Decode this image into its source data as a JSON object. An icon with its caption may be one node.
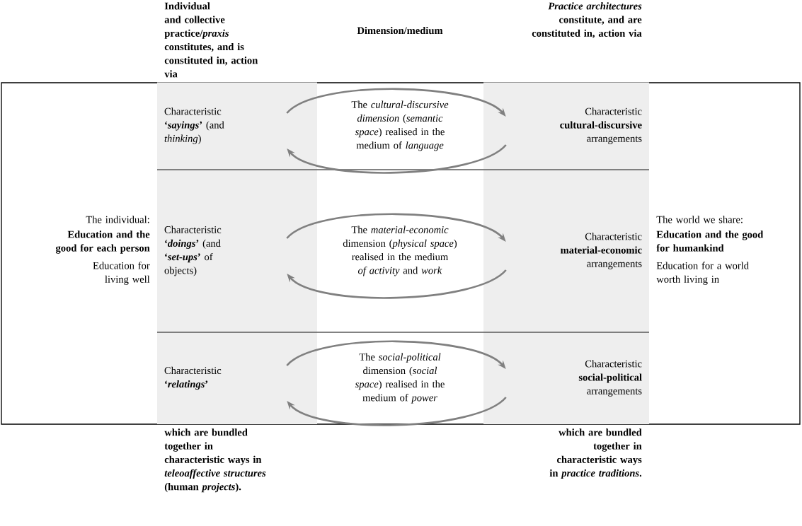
{
  "diagram": {
    "nodes": [
      {
        "text": [
          "Characteristic **‘*sayings*’** (and *thinking*)"
        ]
      },
      {
        "text": [
          "The *cultural-discursive dimension* (*semantic space*) realised in the medium of *language*"
        ]
      },
      {
        "text": [
          "Characteristic **cultural-discursive** arrangements"
        ]
      },
      {
        "text": [
          "Characteristic **‘*doings*’** (and **‘*set-ups*’** of objects)"
        ]
      },
      {
        "text": [
          "The *material-economic* dimension (*physical space*) realised in the medium *of activity* and *work*"
        ]
      },
      {
        "text": [
          "Characteristic **material-economic** arrangements"
        ]
      },
      {
        "text": [
          "Characteristic **‘*relatings*’**"
        ]
      },
      {
        "text": [
          "The *social-political* dimension (*social space*) realised in the medium of *power*"
        ]
      },
      {
        "text": [
          "Characteristic **social-political** arrangements"
        ]
      }
    ],
    "edges": [
      {
        "from": 0,
        "to": 2,
        "arrow": "to"
      },
      {
        "from": 2,
        "to": 0,
        "arrow": "to"
      },
      {
        "from": 3,
        "to": 5,
        "arrow": "to"
      },
      {
        "from": 5,
        "to": 3,
        "arrow": "to"
      },
      {
        "from": 6,
        "to": 8,
        "arrow": "to"
      },
      {
        "from": 8,
        "to": 6,
        "arrow": "to"
      }
    ],
    "labels": [
      "Individual and collective practice/*praxis* constitutes, and is constituted in, action via",
      "Dimension/medium",
      "*Practice architectures* constitute, and are constituted in, action via",
      "The individual:",
      "Education and the good for each person",
      "Education for living well",
      "The world we share:",
      "Education and the good for humankind",
      "Education for a world worth living in",
      "which are bundled together in characteristic ways in *teleoaffective structures* (human *projects*).",
      "which are bundled together in characteristic ways in *practice traditions*."
    ]
  }
}
